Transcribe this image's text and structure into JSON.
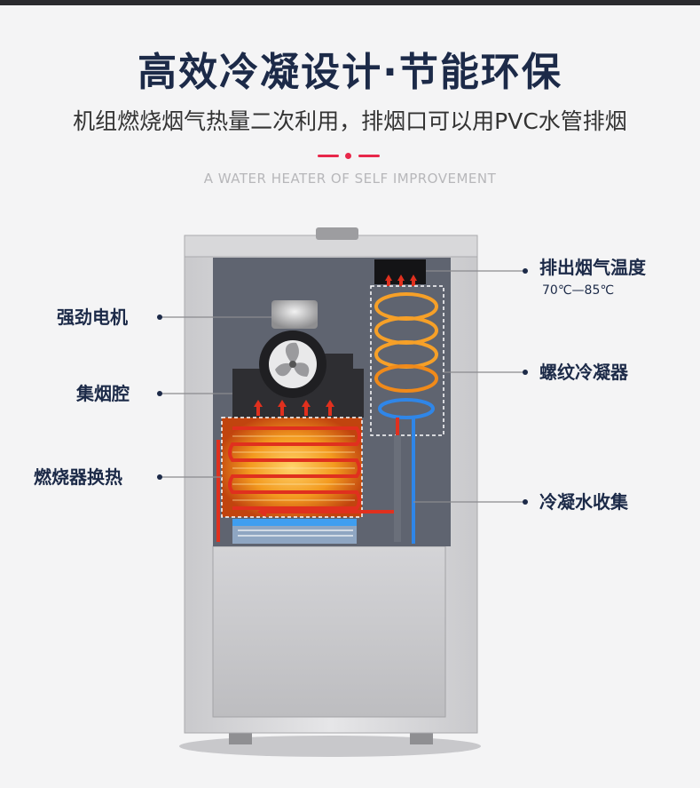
{
  "header": {
    "title": "高效冷凝设计·节能环保",
    "subtitle": "机组燃烧烟气热量二次利用，排烟口可以用PVC水管排烟",
    "english": "A WATER HEATER OF SELF IMPROVEMENT"
  },
  "labels": {
    "motor": "强劲电机",
    "chamber": "集烟腔",
    "burner": "燃烧器换热",
    "exhaust": "排出烟气温度",
    "exhaust_temp": "70℃—85℃",
    "condenser": "螺纹冷凝器",
    "water": "冷凝水收集"
  },
  "colors": {
    "title": "#1c2a48",
    "accent": "#e8274a",
    "heat": "#f08a1a",
    "pipe_red": "#e0301e",
    "pipe_blue": "#2f86e8"
  },
  "icons": [
    "fan-icon",
    "flame-icon",
    "arrow-up-icon"
  ]
}
